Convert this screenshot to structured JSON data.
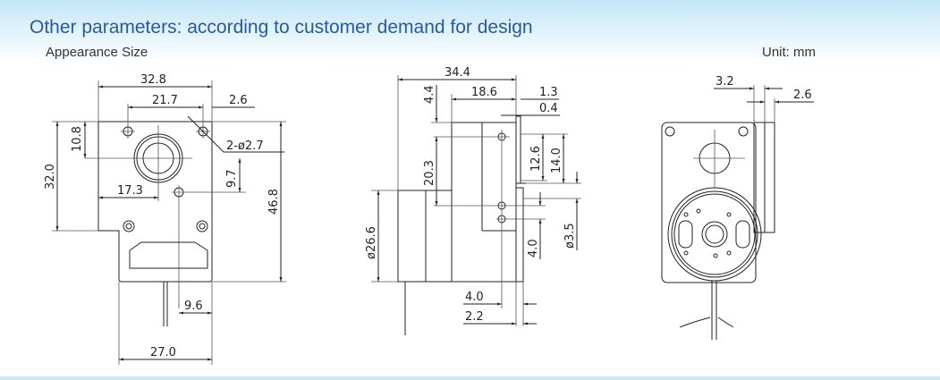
{
  "header": {
    "title": "Other parameters: according to customer demand for design",
    "subtitle": "Appearance Size",
    "unit": "Unit: mm"
  },
  "front_view": {
    "width_overall": "32.8",
    "hole_spacing": "21.7",
    "hole_edge": "2.6",
    "hole_callout": "2-ø2.7",
    "shaft_from_top": "10.8",
    "height_upper": "32.0",
    "shaft_from_left": "17.3",
    "shaft_to_hole": "9.7",
    "height_overall": "46.8",
    "lower_offset": "9.6",
    "lower_width": "27.0"
  },
  "side_view": {
    "depth_overall": "34.4",
    "gearbox_depth": "18.6",
    "bracket_1": "1.3",
    "bracket_2": "0.4",
    "top_offset": "4.4",
    "hole_spacing": "20.3",
    "bracket_h1": "12.6",
    "bracket_h2": "14.0",
    "motor_diameter": "ø26.6",
    "shaft_diameter": "ø3.5",
    "shaft_len_v": "4.0",
    "shaft_len": "4.0",
    "shaft_offset": "2.2"
  },
  "rear_view": {
    "dim_a": "3.2",
    "dim_b": "2.6"
  }
}
